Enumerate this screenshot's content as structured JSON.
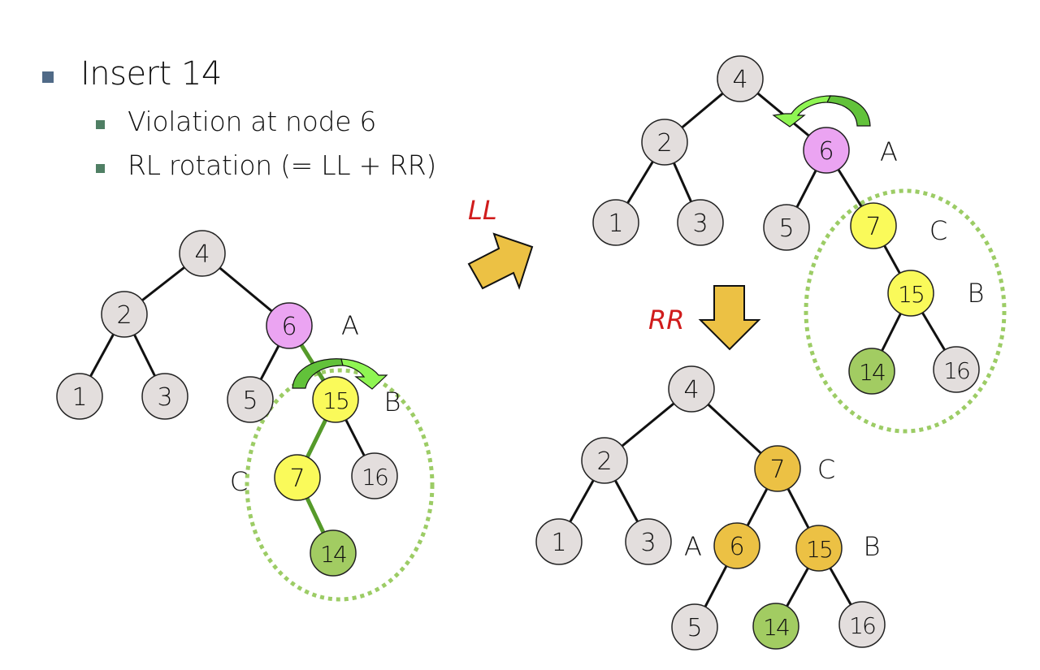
{
  "slide": {
    "title": "Insert 14",
    "bullets": [
      "Violation at node 6",
      "RL rotation (= LL + RR)"
    ]
  },
  "colors": {
    "normal": "#e3dedd",
    "violation": "#eba4f2",
    "subtree": "#fafa5a",
    "inserted": "#a2cc62",
    "rotated": "#ecc144",
    "highlight_edge": "#559a2a",
    "ellipse": "#9ccc65",
    "arrow_fill": "#ecc144",
    "op_text": "#d01c1c",
    "rotate_arrow_dark": "#62c23a",
    "rotate_arrow_light": "#8ff553"
  },
  "operations": {
    "ll_label": "LL",
    "rr_label": "RR"
  },
  "trees": [
    {
      "id": "before",
      "nodes": [
        {
          "key": "4",
          "style": "normal"
        },
        {
          "key": "2",
          "style": "normal"
        },
        {
          "key": "6",
          "style": "violation",
          "role": "A"
        },
        {
          "key": "1",
          "style": "normal"
        },
        {
          "key": "3",
          "style": "normal"
        },
        {
          "key": "5",
          "style": "normal"
        },
        {
          "key": "15",
          "style": "subtree",
          "role": "B"
        },
        {
          "key": "7",
          "style": "subtree",
          "role": "C"
        },
        {
          "key": "16",
          "style": "normal"
        },
        {
          "key": "14",
          "style": "inserted"
        }
      ],
      "edges": [
        [
          "4",
          "2"
        ],
        [
          "4",
          "6"
        ],
        [
          "2",
          "1"
        ],
        [
          "2",
          "3"
        ],
        [
          "6",
          "5"
        ],
        [
          "6",
          "15"
        ],
        [
          "15",
          "7"
        ],
        [
          "15",
          "16"
        ],
        [
          "7",
          "14"
        ]
      ],
      "highlighted_edges": [
        [
          "6",
          "15"
        ],
        [
          "15",
          "7"
        ],
        [
          "7",
          "14"
        ]
      ],
      "rotation_arrow": "clockwise"
    },
    {
      "id": "after-ll",
      "nodes": [
        {
          "key": "4",
          "style": "normal"
        },
        {
          "key": "2",
          "style": "normal"
        },
        {
          "key": "6",
          "style": "violation",
          "role": "A"
        },
        {
          "key": "1",
          "style": "normal"
        },
        {
          "key": "3",
          "style": "normal"
        },
        {
          "key": "5",
          "style": "normal"
        },
        {
          "key": "7",
          "style": "subtree",
          "role": "C"
        },
        {
          "key": "15",
          "style": "subtree",
          "role": "B"
        },
        {
          "key": "14",
          "style": "inserted"
        },
        {
          "key": "16",
          "style": "normal"
        }
      ],
      "edges": [
        [
          "4",
          "2"
        ],
        [
          "4",
          "6"
        ],
        [
          "2",
          "1"
        ],
        [
          "2",
          "3"
        ],
        [
          "6",
          "5"
        ],
        [
          "6",
          "7"
        ],
        [
          "7",
          "15"
        ],
        [
          "15",
          "14"
        ],
        [
          "15",
          "16"
        ]
      ],
      "highlighted_edges": [],
      "rotation_arrow": "counter-clockwise"
    },
    {
      "id": "after-rr",
      "nodes": [
        {
          "key": "4",
          "style": "normal"
        },
        {
          "key": "2",
          "style": "normal"
        },
        {
          "key": "7",
          "style": "rotated",
          "role": "C"
        },
        {
          "key": "1",
          "style": "normal"
        },
        {
          "key": "3",
          "style": "normal"
        },
        {
          "key": "6",
          "style": "rotated",
          "role": "A"
        },
        {
          "key": "15",
          "style": "rotated",
          "role": "B"
        },
        {
          "key": "5",
          "style": "normal"
        },
        {
          "key": "14",
          "style": "inserted"
        },
        {
          "key": "16",
          "style": "normal"
        }
      ],
      "edges": [
        [
          "4",
          "2"
        ],
        [
          "4",
          "7"
        ],
        [
          "2",
          "1"
        ],
        [
          "2",
          "3"
        ],
        [
          "7",
          "6"
        ],
        [
          "7",
          "15"
        ],
        [
          "6",
          "5"
        ],
        [
          "15",
          "14"
        ],
        [
          "15",
          "16"
        ]
      ],
      "highlighted_edges": [],
      "rotation_arrow": null
    }
  ]
}
